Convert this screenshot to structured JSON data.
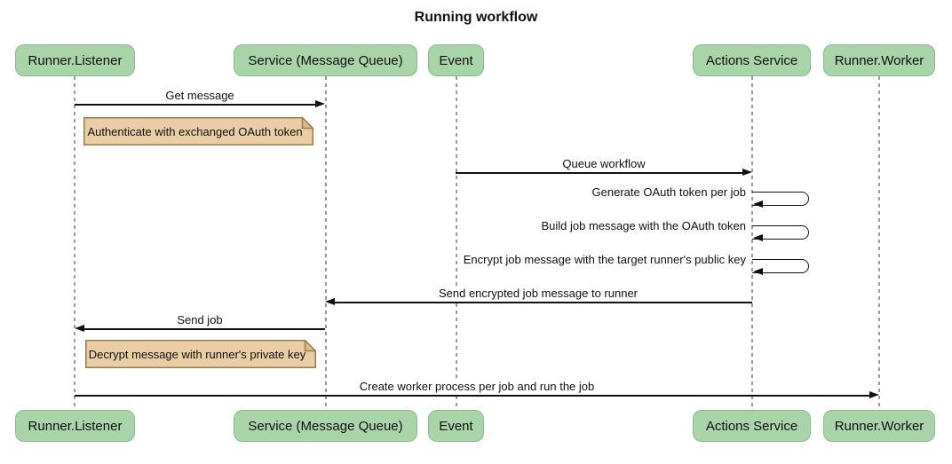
{
  "diagram": {
    "type": "sequence-diagram",
    "title": "Running workflow",
    "participants": [
      {
        "name": "Runner.Listener"
      },
      {
        "name": "Service (Message Queue)"
      },
      {
        "name": "Event"
      },
      {
        "name": "Actions Service"
      },
      {
        "name": "Runner.Worker"
      }
    ],
    "messages": [
      {
        "label": "Get message",
        "from": "Runner.Listener",
        "to": "Service (Message Queue)",
        "type": "arrow"
      },
      {
        "label": "Queue workflow",
        "from": "Event",
        "to": "Actions Service",
        "type": "arrow"
      },
      {
        "label": "Generate OAuth token per job",
        "from": "Actions Service",
        "to": "Actions Service",
        "type": "self"
      },
      {
        "label": "Build job message with the OAuth token",
        "from": "Actions Service",
        "to": "Actions Service",
        "type": "self"
      },
      {
        "label": "Encrypt job message with the target runner's public key",
        "from": "Actions Service",
        "to": "Actions Service",
        "type": "self"
      },
      {
        "label": "Send encrypted job message to runner",
        "from": "Actions Service",
        "to": "Service (Message Queue)",
        "type": "arrow"
      },
      {
        "label": "Send job",
        "from": "Service (Message Queue)",
        "to": "Runner.Listener",
        "type": "arrow"
      },
      {
        "label": "Create worker process per job and run the job",
        "from": "Runner.Listener",
        "to": "Runner.Worker",
        "type": "arrow"
      }
    ],
    "notes": [
      {
        "label": "Authenticate with exchanged OAuth token",
        "anchor": "Runner.Listener"
      },
      {
        "label": "Decrypt message with runner's private key",
        "anchor": "Runner.Listener"
      }
    ],
    "colors": {
      "participant_fill": "#a9d4a9",
      "participant_border": "#8abb8a",
      "note_fill": "#e9cda4",
      "note_fold": "#dcbd92",
      "note_border": "#9c7b4f",
      "lifeline": "#9a9a9a",
      "arrow": "#111111",
      "background": "#ffffff"
    }
  }
}
